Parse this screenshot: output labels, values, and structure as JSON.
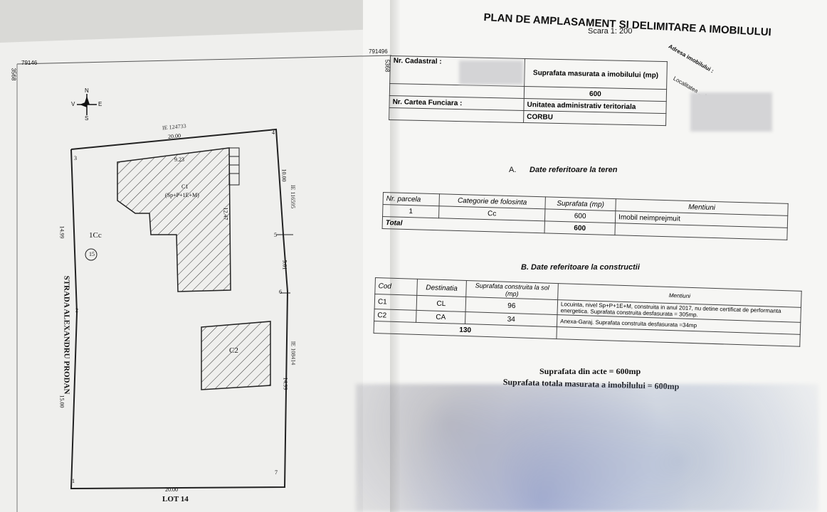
{
  "plan": {
    "coord_top_left": "79146",
    "coord_top_right": "791496",
    "coord_side_left": "3568",
    "coord_side_right": "5368",
    "compass": {
      "n": "N",
      "e": "E",
      "s": "S",
      "v": "V"
    },
    "corner_labels": [
      "1",
      "2",
      "3",
      "4",
      "5",
      "6",
      "7"
    ],
    "dim_top": "20.00",
    "dim_bottom": "20.00",
    "dim_left_upper": "14.99",
    "dim_left_lower": "15.00",
    "dim_right_upper": "10.00",
    "dim_right_mid": "5.01",
    "dim_right_lower": "14.99",
    "dim_c1_top": "9.23",
    "dim_c1_side": "12.47",
    "top_neighbor_ie": "IE 124733",
    "right_neighbor_ie_upper": "IE 116595",
    "right_neighbor_ie_lower": "IE 108414",
    "use_code": "1Cc",
    "parcel_number": "15",
    "building_c1_name": "C1",
    "building_c1_levels": "(Sp+P+1E+M)",
    "building_c2_name": "C2",
    "street_label": "STRADA ALEXANDRU PRODAN",
    "bottom_label": "LOT 14"
  },
  "doc": {
    "title": "PLAN DE AMPLASAMENT SI DELIMITARE A IMOBILULUI",
    "scale": "Scara 1: 200",
    "nr_cadastral_label": "Nr. Cadastral :",
    "suprafata_masurata_label": "Suprafata masurata a imobilului (mp)",
    "suprafata_masurata_value": "600",
    "adresa_label": "Adresa imobilului :",
    "adresa_value": "Localitatea ... Nr. 15, Jud. ...",
    "nr_carte_funciara_label": "Nr. Cartea Funciara :",
    "unitatea_label": "Unitatea administrativ teritoriala",
    "unitatea_value": "CORBU",
    "section_a_label": "A.",
    "section_a_title": "Date referitoare la teren",
    "teren_headers": [
      "Nr. parcela",
      "Categorie de folosinta",
      "Suprafata (mp)",
      "Mentiuni"
    ],
    "teren_rows": [
      {
        "nr": "1",
        "cat": "Cc",
        "supr": "600",
        "ment": "Imobil neimprejmuit"
      }
    ],
    "teren_total_label": "Total",
    "teren_total_value": "600",
    "section_b_title": "B. Date referitoare la constructii",
    "constr_headers": [
      "Cod",
      "Destinatia",
      "Suprafata construita la sol (mp)",
      "Mentiuni"
    ],
    "constr_rows": [
      {
        "cod": "C1",
        "dest": "CL",
        "supr": "96",
        "ment": "Locuinta, nivel Sp+P+1E+M, construita in anul 2017, nu detine certificat de performanta energetica. Suprafata construita desfasurata = 305mp."
      },
      {
        "cod": "C2",
        "dest": "CA",
        "supr": "34",
        "ment": "Anexa-Garaj. Suprafata construita desfasurata =34mp"
      }
    ],
    "constr_total": "130",
    "acte_line": "Suprafata din acte = 600mp",
    "totala_line": "Suprafata totala masurata a imobilului = 600mp"
  }
}
